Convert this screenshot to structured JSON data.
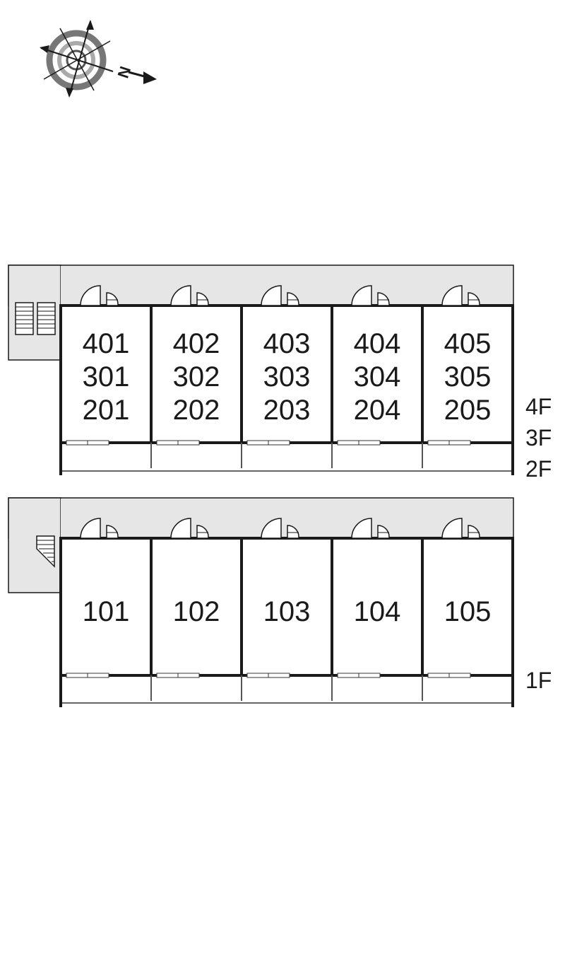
{
  "compass": {
    "icon": "compass-icon",
    "north_label": "N"
  },
  "upper_block": {
    "rooms": [
      {
        "floor4": "401",
        "floor3": "301",
        "floor2": "201"
      },
      {
        "floor4": "402",
        "floor3": "302",
        "floor2": "202"
      },
      {
        "floor4": "403",
        "floor3": "303",
        "floor2": "203"
      },
      {
        "floor4": "404",
        "floor3": "304",
        "floor2": "204"
      },
      {
        "floor4": "405",
        "floor3": "305",
        "floor2": "205"
      }
    ],
    "floor_labels": [
      "4F",
      "3F",
      "2F"
    ],
    "stairs_icon": "stairs-icon"
  },
  "lower_block": {
    "rooms": [
      "101",
      "102",
      "103",
      "104",
      "105"
    ],
    "floor_labels": [
      "1F"
    ],
    "stairs_icon": "stairs-icon"
  },
  "colors": {
    "corridor": "#e6e6e6",
    "wall": "#1a1a1a",
    "line": "#333333"
  }
}
